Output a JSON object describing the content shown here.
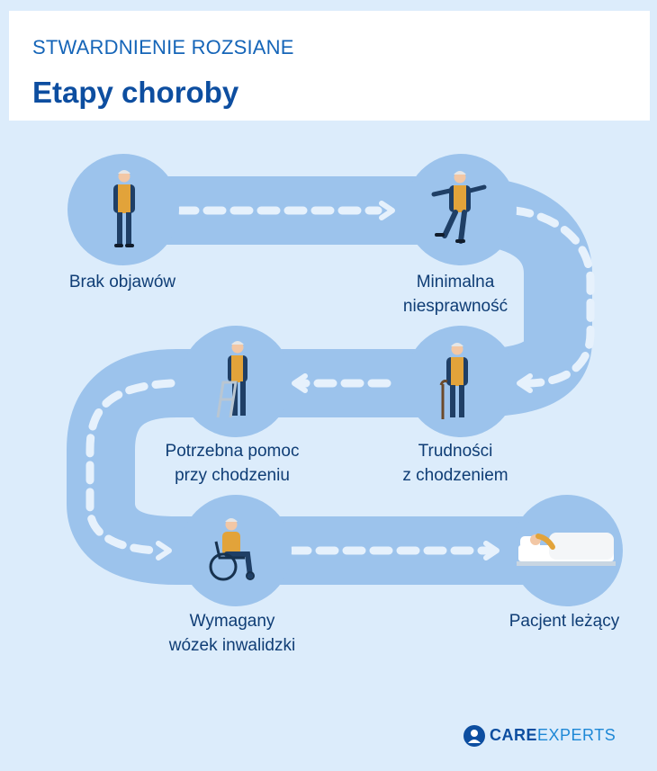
{
  "header": {
    "subtitle": "STWARDNIENIE ROZSIANE",
    "title": "Etapy choroby"
  },
  "stages": [
    {
      "id": "brak-objawow",
      "line1": "Brak objawów",
      "line2": "",
      "icon": "standing-person-icon"
    },
    {
      "id": "minimalna-niesprawnosc",
      "line1": "Minimalna",
      "line2": "niesprawność",
      "icon": "stumbling-person-icon"
    },
    {
      "id": "trudnosci-z-chodzeniem",
      "line1": "Trudności",
      "line2": "z chodzeniem",
      "icon": "person-with-cane-icon"
    },
    {
      "id": "potrzebna-pomoc",
      "line1": "Potrzebna pomoc",
      "line2": "przy chodzeniu",
      "icon": "person-with-walker-icon"
    },
    {
      "id": "wymagany-wozek",
      "line1": "Wymagany",
      "line2": "wózek inwalidzki",
      "icon": "person-in-wheelchair-icon"
    },
    {
      "id": "pacjent-lezacy",
      "line1": "Pacjent leżący",
      "line2": "",
      "icon": "person-in-bed-icon"
    }
  ],
  "colors": {
    "background": "#dcecfb",
    "road": "#9cc3ec",
    "dash": "#e6f1fc",
    "title": "#0d4ea0",
    "text": "#0f3d75"
  },
  "brand": {
    "logo_icon": "careexperts-logo-icon",
    "care": "CARE",
    "experts": "EXPERTS"
  }
}
